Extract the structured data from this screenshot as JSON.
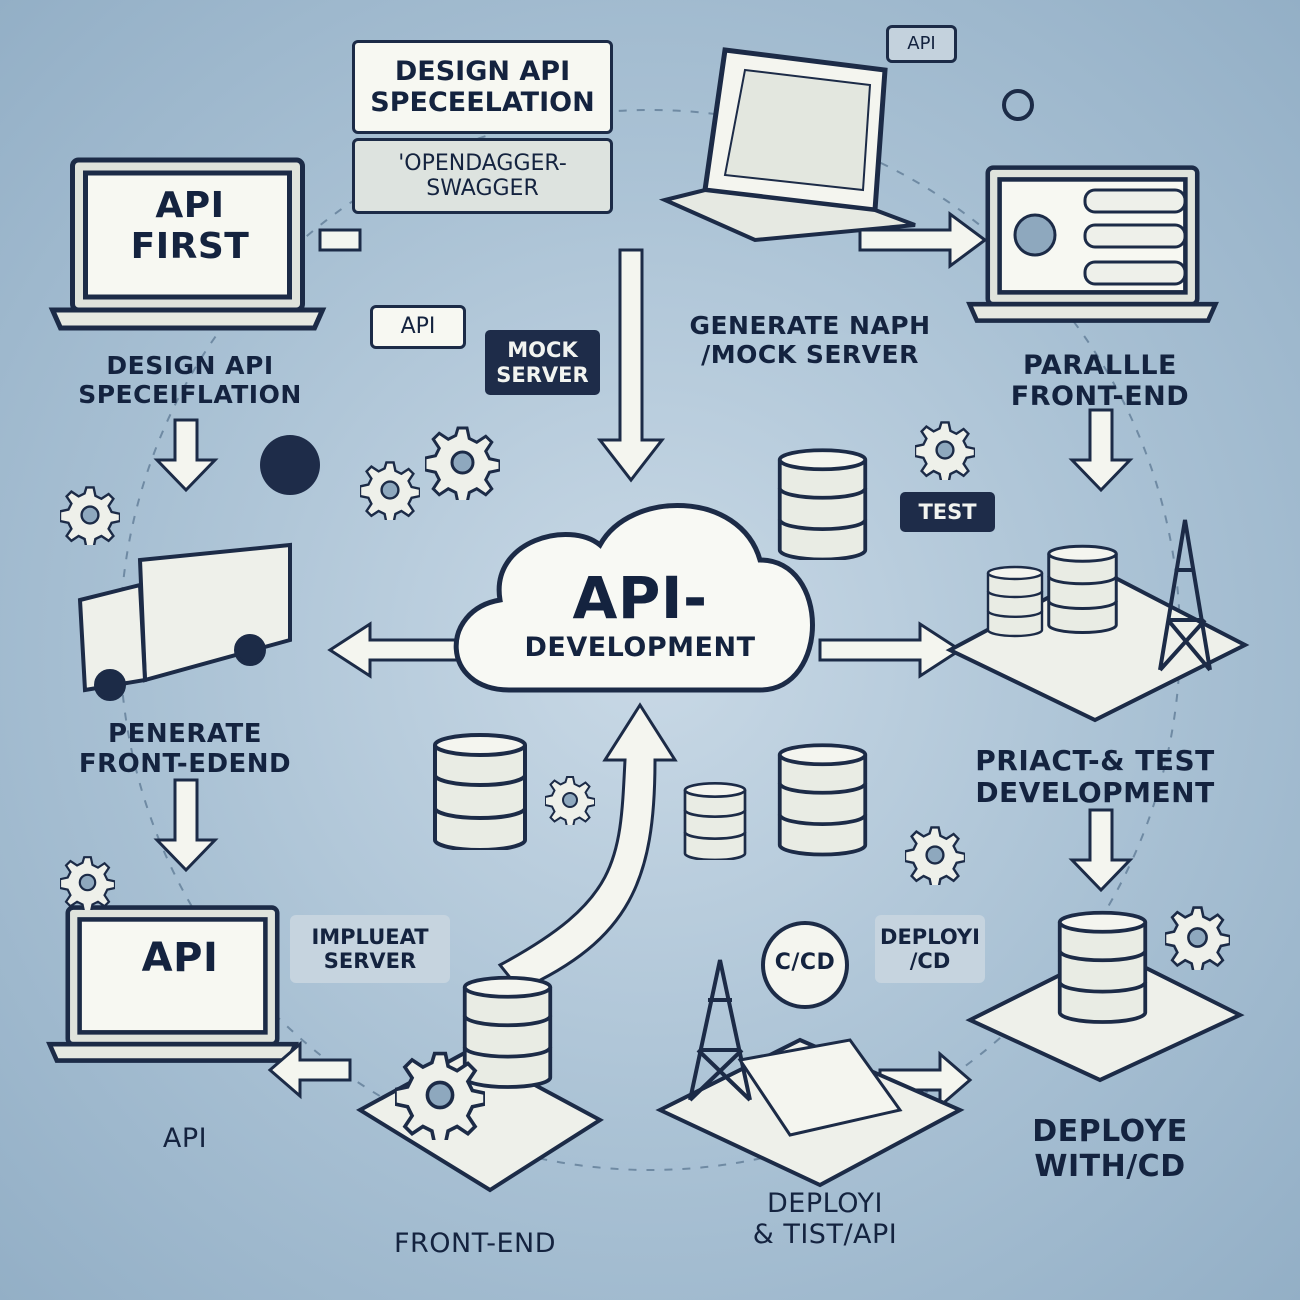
{
  "spec_box": {
    "line1": "DESIGN API",
    "line2": "SPECEELATION"
  },
  "swagger_box": {
    "line1": "'OPENDAGGER-",
    "line2": "SWAGGER"
  },
  "laptop_api_first": {
    "line1": "API",
    "line2": "FIRST"
  },
  "tag_api_top": "API",
  "tag_api_left": "API",
  "mock_server_box": {
    "line1": "MOCK",
    "line2": "SERVER"
  },
  "design_label": {
    "line1": "DESIGN API",
    "line2": "SPECEIFLATION"
  },
  "generate_label": {
    "line1": "GENERATE NAPH",
    "line2": "/MOCK SERVER"
  },
  "parallel_label": {
    "line1": "PARALLLE",
    "line2": "FRONT-END"
  },
  "test_box": "TEST",
  "cloud": {
    "line1": "API-",
    "line2": "DEVELOPMENT"
  },
  "penerate_label": {
    "line1": "PENERATE",
    "line2": "FRONT-EDEND"
  },
  "priact_label": {
    "line1": "PRIACT-& TEST",
    "line2": "DEVELOPMENT"
  },
  "laptop_api_bottom": "API",
  "implement_box": {
    "line1": "IMPLUEAT",
    "line2": "SERVER"
  },
  "cicd_circle": "C/CD",
  "deploy_box": {
    "line1": "DEPLOYI",
    "line2": "/CD"
  },
  "api_label": "API",
  "frontend_label": "FRONT-END",
  "deploy_test_label": {
    "line1": "DEPLOYI",
    "line2": "& TIST/API"
  },
  "deploy_cd_label": {
    "line1": "DEPLOYE",
    "line2": "WITH/CD"
  },
  "colors": {
    "ink": "#14233f",
    "paper": "#f7f8f2",
    "background": "#a9c1d4"
  }
}
